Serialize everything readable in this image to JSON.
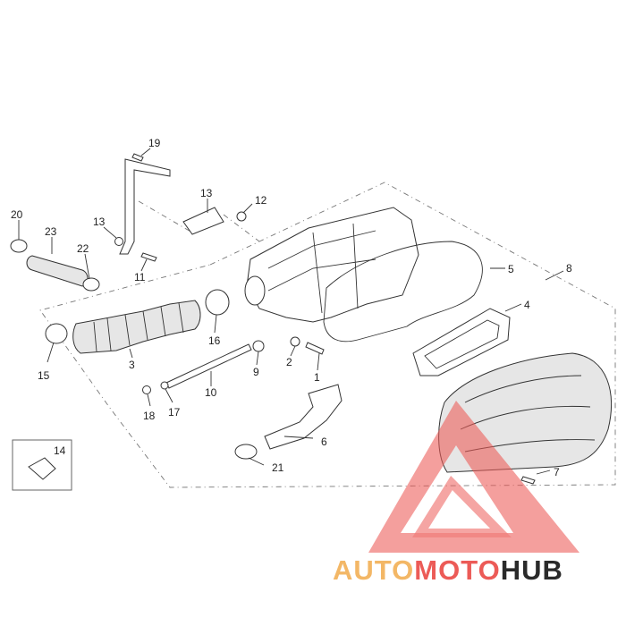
{
  "diagram": {
    "callouts": {
      "c1": "1",
      "c2": "2",
      "c3": "3",
      "c4": "4",
      "c5": "5",
      "c6": "6",
      "c7": "7",
      "c8": "8",
      "c9": "9",
      "c10": "10",
      "c11": "11",
      "c12": "12",
      "c13a": "13",
      "c13b": "13",
      "c14": "14",
      "c15": "15",
      "c16": "16",
      "c17": "17",
      "c18": "18",
      "c19": "19",
      "c20": "20",
      "c21": "21",
      "c22": "22",
      "c23": "23"
    }
  },
  "watermark": {
    "auto": "AUTO",
    "moto": "MOTO",
    "hub": "HUB",
    "colors": {
      "auto": "#f3b766",
      "moto": "#ec5b57",
      "hub": "#2a2a2a"
    }
  }
}
